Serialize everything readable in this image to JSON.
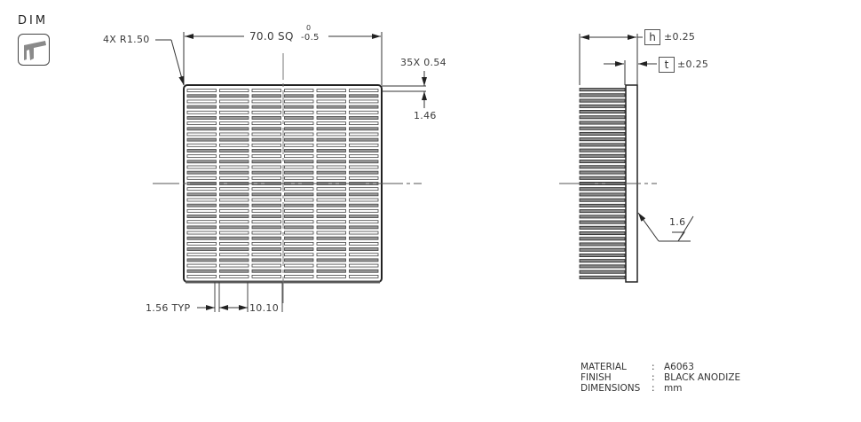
{
  "badge": {
    "title": "DIM",
    "icon": "caliper-icon"
  },
  "front_view": {
    "width_dim": "70.0 SQ",
    "tol_upper": "0",
    "tol_lower": "-0.5",
    "corner_radius": "4X R1.50",
    "fin_count_thickness": "35X 0.54",
    "fin_pitch": "1.46",
    "slot_width": "1.56 TYP",
    "column_pitch": "10.10",
    "columns": 6,
    "rows": 35
  },
  "side_view": {
    "h_label": "h",
    "h_tol": "±0.25",
    "t_label": "t",
    "t_tol": "±0.25",
    "surface_finish": "1.6"
  },
  "notes": [
    {
      "key": "MATERIAL",
      "sep": ":",
      "value": "A6063"
    },
    {
      "key": "FINISH",
      "sep": ":",
      "value": "BLACK ANODIZE"
    },
    {
      "key": "DIMENSIONS",
      "sep": ":",
      "value": "mm"
    }
  ],
  "colors": {
    "line": "#333333",
    "fin_shade": "#9a9a9a",
    "centerline": "#555555"
  }
}
